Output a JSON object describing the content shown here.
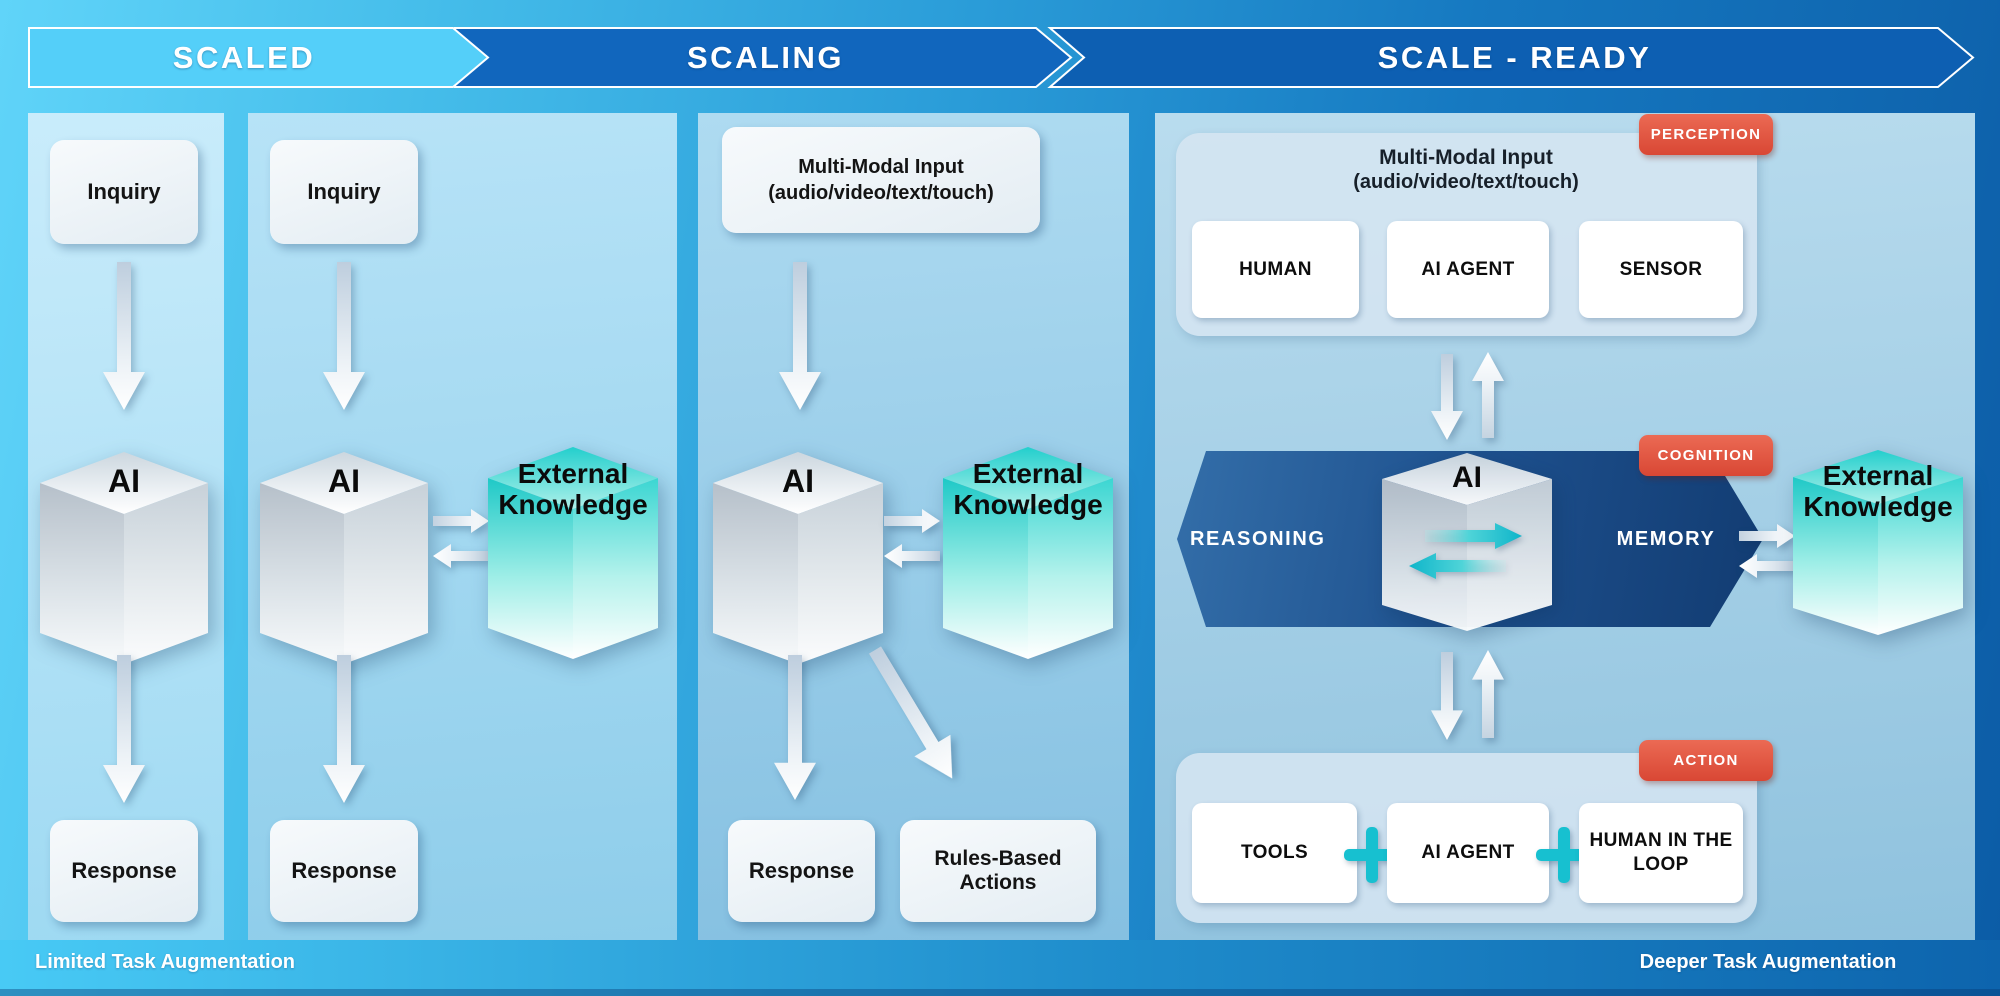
{
  "header": {
    "stages": [
      {
        "label": "SCALED"
      },
      {
        "label": "SCALING"
      },
      {
        "label": "SCALE - READY"
      }
    ]
  },
  "panels": {
    "scaled": {
      "inquiry": "Inquiry",
      "ai": "AI",
      "response": "Response"
    },
    "scaling_basic": {
      "inquiry": "Inquiry",
      "ai": "AI",
      "external": "External Knowledge",
      "response": "Response"
    },
    "scaling_multimodal": {
      "input_title": "Multi-Modal Input",
      "input_subtitle": "(audio/video/text/touch)",
      "ai": "AI",
      "external": "External Knowledge",
      "response": "Response",
      "rules": "Rules-Based Actions"
    },
    "scale_ready": {
      "perception_badge": "PERCEPTION",
      "input_title": "Multi-Modal Input",
      "input_subtitle": "(audio/video/text/touch)",
      "human": "HUMAN",
      "ai_agent": "AI AGENT",
      "sensor": "SENSOR",
      "cognition_badge": "COGNITION",
      "reasoning": "REASONING",
      "memory": "MEMORY",
      "ai": "AI",
      "external": "External Knowledge",
      "action_badge": "ACTION",
      "tools": "TOOLS",
      "action_ai_agent": "AI AGENT",
      "human_in_loop": "HUMAN IN THE LOOP"
    }
  },
  "footer": {
    "left_note": "Limited Task Augmentation",
    "right_note": "Deeper Task Augmentation"
  },
  "colors": {
    "stage_scaled": "#54cff9",
    "stage_scaling": "#1166bd",
    "stage_scale_ready": "#0d5fb2",
    "badge_red": "#dd4a37",
    "teal_accent": "#17c0d0",
    "cognition_band": "#1d4f8c"
  }
}
